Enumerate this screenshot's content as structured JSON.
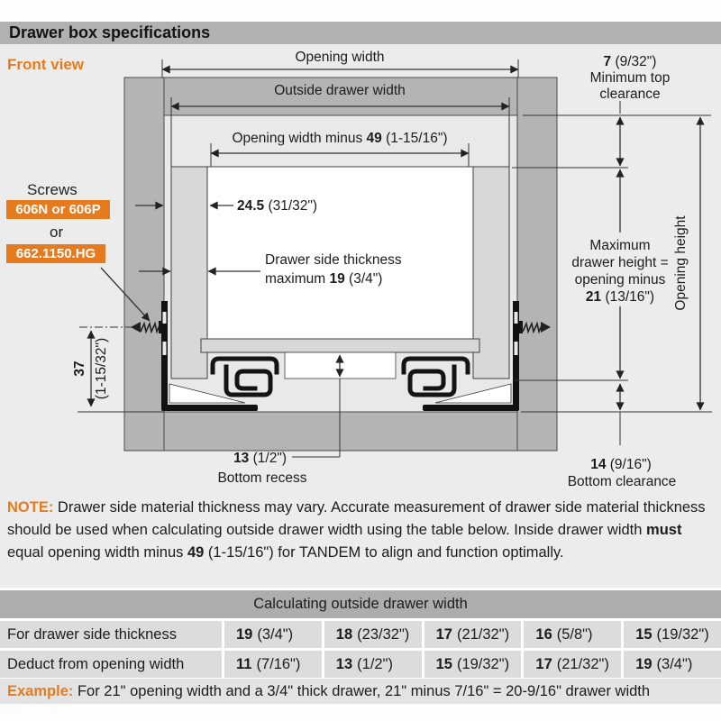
{
  "title": "Drawer box specifications",
  "front_view_label": "Front view",
  "colors": {
    "accent_orange": "#e87a1e",
    "titlebar_gray": "#b1b1b1",
    "panel_gray": "#b4b4b4",
    "row_gray": "#dcdcdc"
  },
  "diagram": {
    "labels": {
      "opening_width": "Opening width",
      "outside_drawer_width": "Outside drawer width",
      "opening_minus_pre": "Opening width minus ",
      "opening_minus_bold": "49",
      "opening_minus_post": " (1-15/16\")",
      "dim245_bold": "24.5",
      "dim245_rest": " (31/32\")",
      "side_thickness_line1": "Drawer side thickness",
      "side_thickness_pre": "maximum ",
      "side_thickness_bold": "19",
      "side_thickness_post": " (3/4\")",
      "top_clearance_bold": "7",
      "top_clearance_rest": " (9/32\")",
      "top_clearance_line2": "Minimum top",
      "top_clearance_line3": "clearance",
      "max_height_line1": "Maximum",
      "max_height_line2": "drawer height =",
      "max_height_line3": "opening minus",
      "max_height_bold": "21",
      "max_height_post": " (13/16\")",
      "opening_height": "Opening height",
      "dim37_bold": "37",
      "dim37_rest": "(1-15/32\")",
      "bottom_recess_bold": "13",
      "bottom_recess_rest": " (1/2\")",
      "bottom_recess_line2": "Bottom recess",
      "bottom_clearance_bold": "14",
      "bottom_clearance_rest": " (9/16\")",
      "bottom_clearance_line2": "Bottom clearance"
    },
    "screws": {
      "label": "Screws",
      "badge1": "606N or 606P",
      "or": "or",
      "badge2": "662.1150.HG"
    }
  },
  "note": {
    "label": "NOTE:",
    "part1": " Drawer side material thickness may vary. Accurate measurement of drawer side material thickness should be used when calculating outside drawer width using the table below. Inside drawer width ",
    "bold1": "must",
    "part2": " equal opening width minus ",
    "bold2": "49",
    "part3": " (1-15/16\") for TANDEM to align and function optimally."
  },
  "table": {
    "header": "Calculating outside drawer width",
    "rows": [
      {
        "label": "For drawer side thickness",
        "values": [
          {
            "num": "19",
            "frac": "(3/4\")"
          },
          {
            "num": "18",
            "frac": "(23/32\")"
          },
          {
            "num": "17",
            "frac": "(21/32\")"
          },
          {
            "num": "16",
            "frac": "(5/8\")"
          },
          {
            "num": "15",
            "frac": "(19/32\")"
          }
        ]
      },
      {
        "label": "Deduct from opening width",
        "values": [
          {
            "num": "11",
            "frac": "(7/16\")"
          },
          {
            "num": "13",
            "frac": "(1/2\")"
          },
          {
            "num": "15",
            "frac": "(19/32\")"
          },
          {
            "num": "17",
            "frac": "(21/32\")"
          },
          {
            "num": "19",
            "frac": "(3/4\")"
          }
        ]
      }
    ]
  },
  "example": {
    "label": "Example:",
    "text": " For 21\" opening width and a 3/4\" thick drawer, 21\" minus 7/16\" = 20-9/16\" drawer width"
  }
}
